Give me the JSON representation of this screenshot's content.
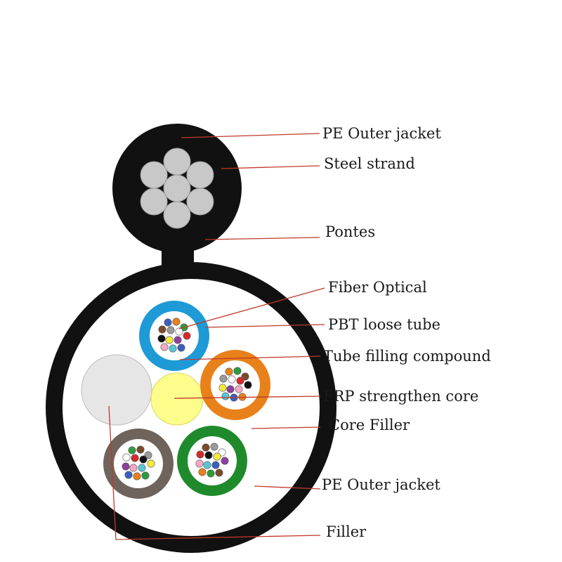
{
  "labels": {
    "pe_outer_jacket_top": "PE Outer jacket",
    "steel_strand": "Steel strand",
    "pontes": "Pontes",
    "fiber_optical": "Fiber Optical",
    "pbt_loose_tube": "PBT loose tube",
    "tube_filling_compound": "Tube filling compound",
    "frp_strengthen_core": "FRP strengthen core",
    "core_filler": "Core Filler",
    "pe_outer_jacket_bottom": "PE Outer jacket",
    "filler": "Filler"
  },
  "colors": {
    "jacket": "#111111",
    "steel": "#c8c8c8",
    "filler_solid": "#e6e6e6",
    "frp_core": "#fdfd8c",
    "leader_line": "#c0392b",
    "tube_blue": "#1e9ad6",
    "tube_orange": "#e8811a",
    "tube_brown": "#6f645c",
    "tube_green": "#1f8a2c",
    "fiber_palette": [
      "#3b5fc0",
      "#e8811a",
      "#2e9c3c",
      "#7a4a2a",
      "#9a9a9a",
      "#ffffff",
      "#d62a2a",
      "#111111",
      "#f3e93b",
      "#8e3fa0",
      "#f4a9c4",
      "#57c7d6"
    ]
  }
}
